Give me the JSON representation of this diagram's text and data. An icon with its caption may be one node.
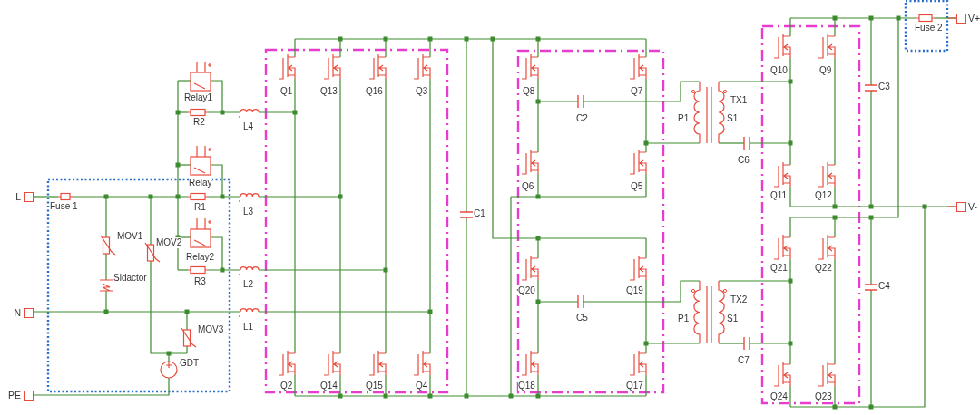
{
  "diagram": {
    "nodes": [
      {
        "text": [
          "L"
        ]
      },
      {
        "text": [
          "N"
        ]
      },
      {
        "text": [
          "PE"
        ]
      },
      {
        "text": [
          "V+"
        ]
      },
      {
        "text": [
          "V-"
        ]
      }
    ],
    "labels": [
      "Relay1",
      "R2",
      "L4",
      "Q1",
      "Q13",
      "Q16",
      "Q3",
      "Q8",
      "Q7",
      "C2",
      "TX1",
      "P1",
      "S1",
      "C6",
      "Q10",
      "Q9",
      "C3",
      "Fuse 2",
      "Relay",
      "Fuse 1",
      "R1",
      "L3",
      "Q6",
      "Q5",
      "Q11",
      "Q12",
      "MOV1",
      "MOV2",
      "Relay2",
      "C1",
      "R3",
      "L2",
      "Sidactor",
      "Q20",
      "Q19",
      "Q21",
      "Q22",
      "C5",
      "TX2",
      "P1",
      "S1",
      "C4",
      "MOV3",
      "L1",
      "GDT",
      "C7",
      "Q2",
      "Q14",
      "Q15",
      "Q4",
      "Q18",
      "Q17",
      "Q24",
      "Q23"
    ]
  }
}
